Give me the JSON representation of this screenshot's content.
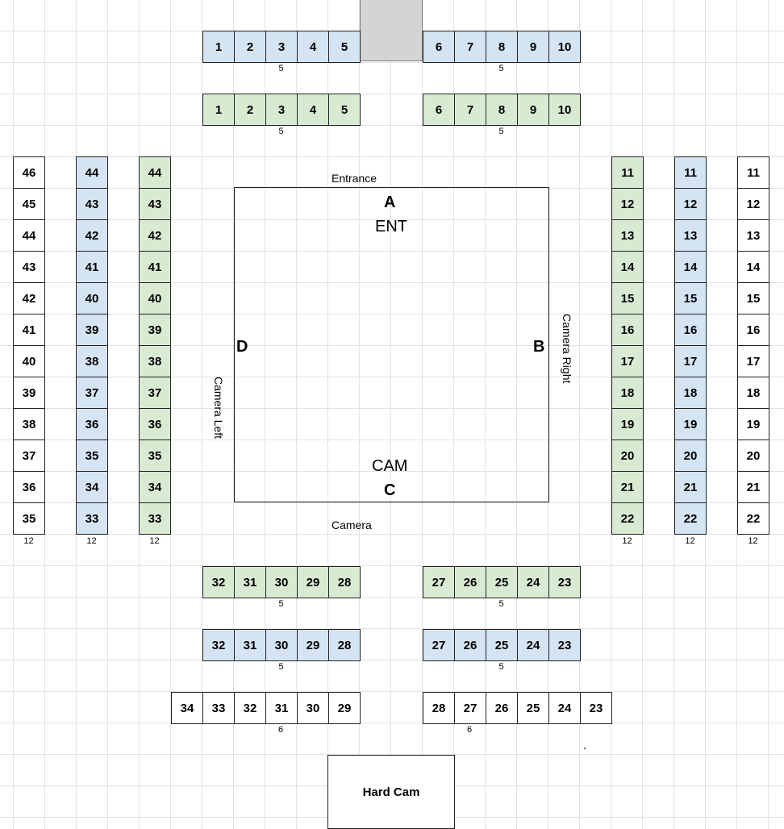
{
  "labels": {
    "entrance": "Entrance",
    "camera": "Camera",
    "camera_left": "Camera Left",
    "camera_right": "Camera Right",
    "a": "A",
    "b": "B",
    "c": "C",
    "d": "D",
    "ent": "ENT",
    "cam": "CAM",
    "hard_cam": "Hard Cam"
  },
  "colors": {
    "blue": "#d5e4f3",
    "green": "#d9ead3",
    "white": "#ffffff",
    "aisle": "#d4d4d4",
    "grid": "#e3e3e3"
  },
  "sections": [
    {
      "id": "top-blue-left",
      "color": "blue",
      "seats": [
        "1",
        "2",
        "3",
        "4",
        "5"
      ],
      "count": "5"
    },
    {
      "id": "top-blue-right",
      "color": "blue",
      "seats": [
        "6",
        "7",
        "8",
        "9",
        "10"
      ],
      "count": "5"
    },
    {
      "id": "top-green-left",
      "color": "green",
      "seats": [
        "1",
        "2",
        "3",
        "4",
        "5"
      ],
      "count": "5"
    },
    {
      "id": "top-green-right",
      "color": "green",
      "seats": [
        "6",
        "7",
        "8",
        "9",
        "10"
      ],
      "count": "5"
    },
    {
      "id": "left-white",
      "color": "white",
      "seats": [
        "46",
        "45",
        "44",
        "43",
        "42",
        "41",
        "40",
        "39",
        "38",
        "37",
        "36",
        "35"
      ],
      "count": "12"
    },
    {
      "id": "left-blue",
      "color": "blue",
      "seats": [
        "44",
        "43",
        "42",
        "41",
        "40",
        "39",
        "38",
        "37",
        "36",
        "35",
        "34",
        "33"
      ],
      "count": "12"
    },
    {
      "id": "left-green",
      "color": "green",
      "seats": [
        "44",
        "43",
        "42",
        "41",
        "40",
        "39",
        "38",
        "37",
        "36",
        "35",
        "34",
        "33"
      ],
      "count": "12"
    },
    {
      "id": "right-green",
      "color": "green",
      "seats": [
        "11",
        "12",
        "13",
        "14",
        "15",
        "16",
        "17",
        "18",
        "19",
        "20",
        "21",
        "22"
      ],
      "count": "12"
    },
    {
      "id": "right-blue",
      "color": "blue",
      "seats": [
        "11",
        "12",
        "13",
        "14",
        "15",
        "16",
        "17",
        "18",
        "19",
        "20",
        "21",
        "22"
      ],
      "count": "12"
    },
    {
      "id": "right-white",
      "color": "white",
      "seats": [
        "11",
        "12",
        "13",
        "14",
        "15",
        "16",
        "17",
        "18",
        "19",
        "20",
        "21",
        "22"
      ],
      "count": "12"
    },
    {
      "id": "bottom-green-left",
      "color": "green",
      "seats": [
        "32",
        "31",
        "30",
        "29",
        "28"
      ],
      "count": "5"
    },
    {
      "id": "bottom-green-right",
      "color": "green",
      "seats": [
        "27",
        "26",
        "25",
        "24",
        "23"
      ],
      "count": "5"
    },
    {
      "id": "bottom-blue-left",
      "color": "blue",
      "seats": [
        "32",
        "31",
        "30",
        "29",
        "28"
      ],
      "count": "5"
    },
    {
      "id": "bottom-blue-right",
      "color": "blue",
      "seats": [
        "27",
        "26",
        "25",
        "24",
        "23"
      ],
      "count": "5"
    },
    {
      "id": "bottom-white-left",
      "color": "white",
      "seats": [
        "34",
        "33",
        "32",
        "31",
        "30",
        "29"
      ],
      "count": "6"
    },
    {
      "id": "bottom-white-right",
      "color": "white",
      "seats": [
        "28",
        "27",
        "26",
        "25",
        "24",
        "23"
      ],
      "count": "6"
    }
  ]
}
